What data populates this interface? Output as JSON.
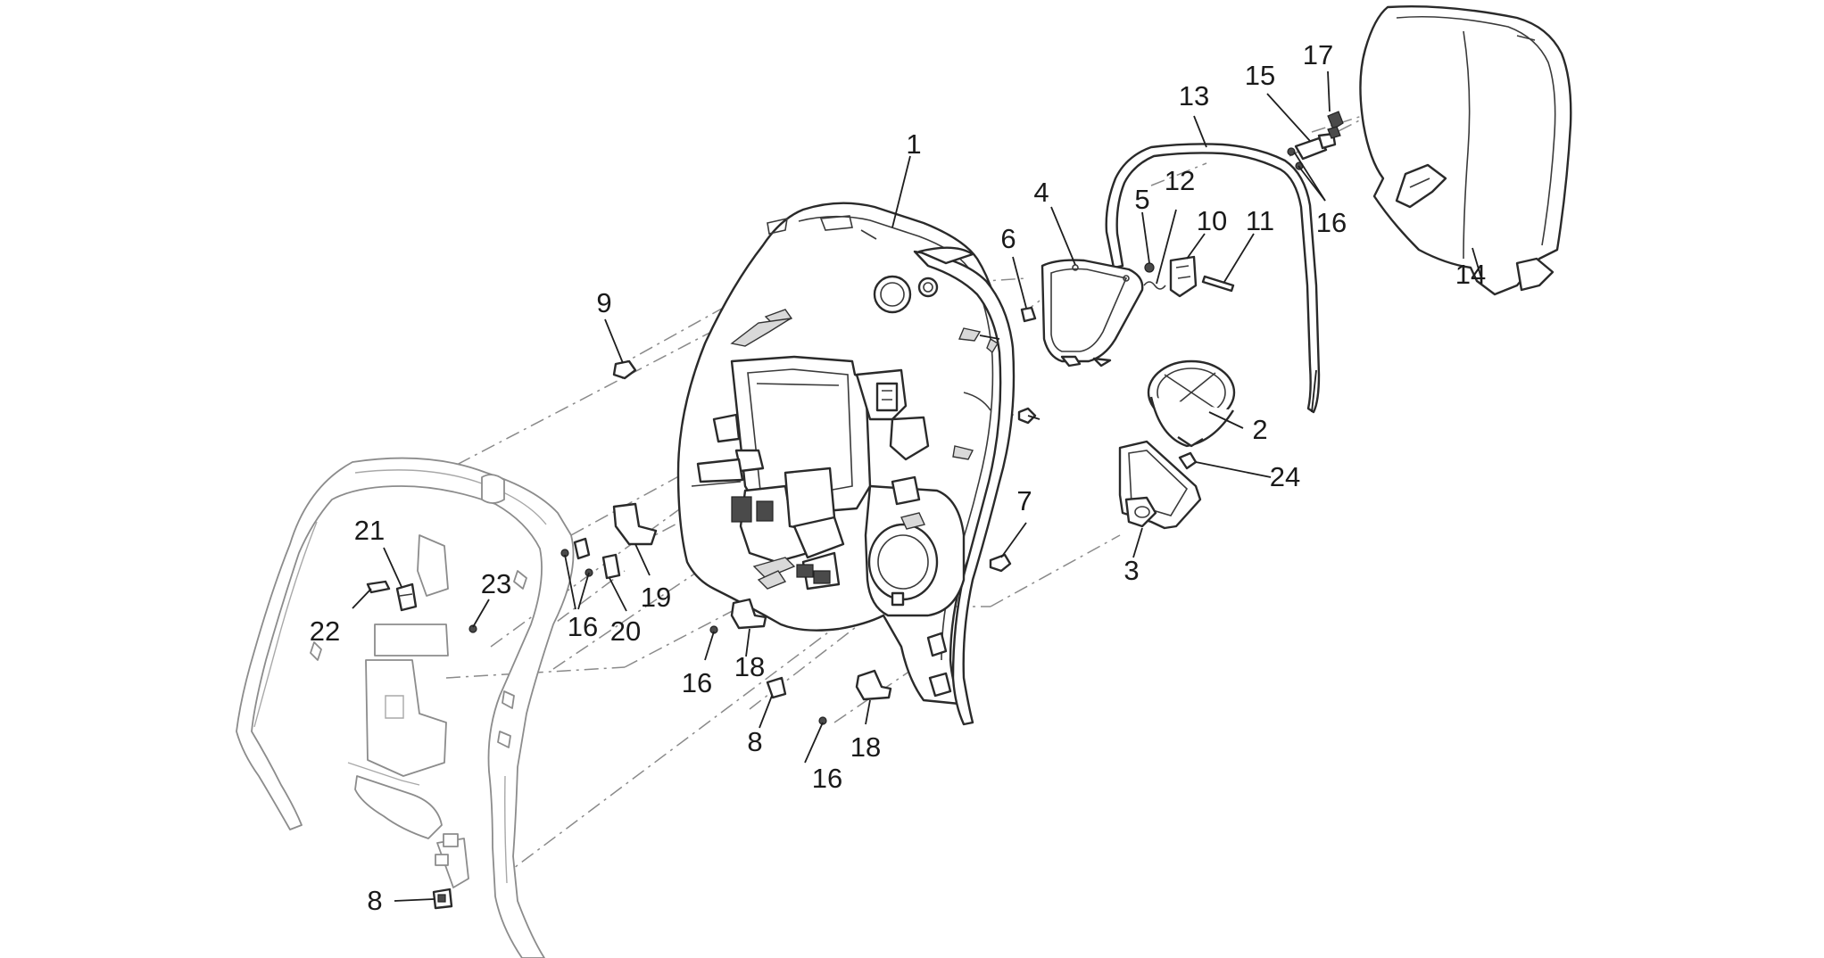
{
  "diagram": {
    "callouts": [
      {
        "id": "c1",
        "label": "1"
      },
      {
        "id": "c2",
        "label": "2"
      },
      {
        "id": "c3",
        "label": "3"
      },
      {
        "id": "c4",
        "label": "4"
      },
      {
        "id": "c5",
        "label": "5"
      },
      {
        "id": "c6",
        "label": "6"
      },
      {
        "id": "c7",
        "label": "7"
      },
      {
        "id": "c8a",
        "label": "8"
      },
      {
        "id": "c8b",
        "label": "8"
      },
      {
        "id": "c9",
        "label": "9"
      },
      {
        "id": "c10",
        "label": "10"
      },
      {
        "id": "c11",
        "label": "11"
      },
      {
        "id": "c12",
        "label": "12"
      },
      {
        "id": "c13",
        "label": "13"
      },
      {
        "id": "c14",
        "label": "14"
      },
      {
        "id": "c15",
        "label": "15"
      },
      {
        "id": "c16a",
        "label": "16"
      },
      {
        "id": "c16b",
        "label": "16"
      },
      {
        "id": "c16c",
        "label": "16"
      },
      {
        "id": "c16d",
        "label": "16"
      },
      {
        "id": "c17",
        "label": "17"
      },
      {
        "id": "c18a",
        "label": "18"
      },
      {
        "id": "c18b",
        "label": "18"
      },
      {
        "id": "c19",
        "label": "19"
      },
      {
        "id": "c20",
        "label": "20"
      },
      {
        "id": "c21",
        "label": "21"
      },
      {
        "id": "c22",
        "label": "22"
      },
      {
        "id": "c23",
        "label": "23"
      },
      {
        "id": "c24",
        "label": "24"
      }
    ]
  }
}
